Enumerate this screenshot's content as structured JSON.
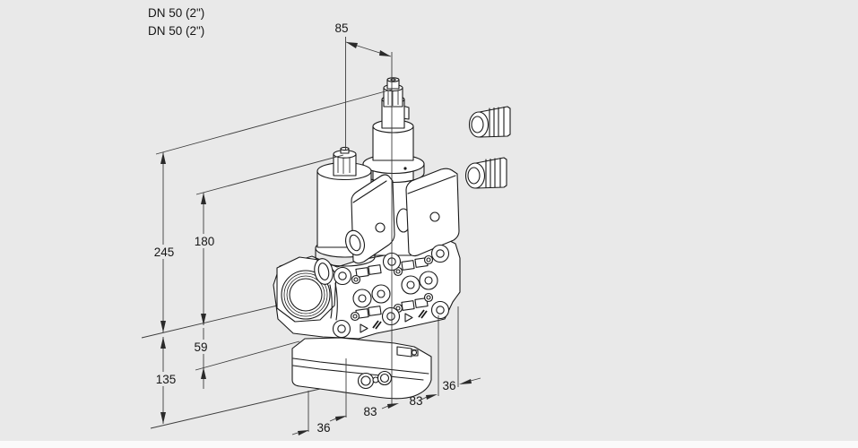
{
  "annotations": {
    "port_labels": [
      {
        "label": "DN 50 (2\")"
      },
      {
        "label": "DN 50 (2\")"
      }
    ]
  },
  "dimensions": {
    "top": {
      "id": "actuator-spacing",
      "value": "85"
    },
    "left": [
      {
        "id": "axis-to-tall-actuator-top",
        "value": "245"
      },
      {
        "id": "axis-to-short-actuator-top",
        "value": "180"
      },
      {
        "id": "axis-to-body-bottom",
        "value": "59"
      },
      {
        "id": "axis-to-base-bottom",
        "value": "135"
      }
    ],
    "bottom": [
      {
        "id": "bottom-left-offset",
        "value": "36"
      },
      {
        "id": "valve-1-width",
        "value": "83"
      },
      {
        "id": "valve-2-width",
        "value": "83"
      },
      {
        "id": "bottom-right-offset",
        "value": "36"
      }
    ]
  },
  "drawing": {
    "kind": "isometric-technical-line-drawing",
    "subject": "double solenoid valve",
    "parts": [
      "left-actuator",
      "right-actuator",
      "left-cover",
      "right-cover",
      "valve-body",
      "threaded-flange-port",
      "base-box",
      "cable-gland-1",
      "cable-gland-2"
    ]
  },
  "colors": {
    "background": "#e9e9e9",
    "footer_strip": "#fafafa",
    "part_line": "#1a1a1a",
    "dimension_line": "#3d3d3d",
    "text": "#161616",
    "part_fill": "#ffffff"
  }
}
